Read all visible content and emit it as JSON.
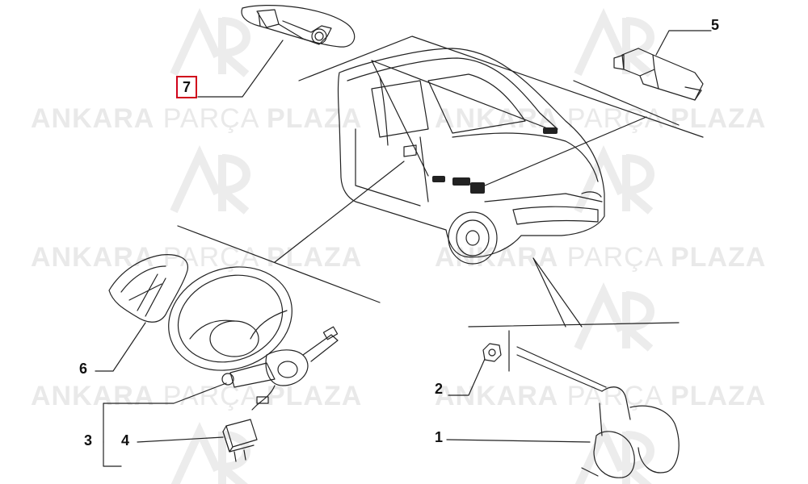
{
  "watermark": {
    "word1": "ANKARA",
    "word2": "PARÇA",
    "word3": "PLAZA"
  },
  "callouts": [
    {
      "id": "1",
      "label": "1"
    },
    {
      "id": "2",
      "label": "2"
    },
    {
      "id": "3",
      "label": "3"
    },
    {
      "id": "4",
      "label": "4"
    },
    {
      "id": "5",
      "label": "5"
    },
    {
      "id": "6",
      "label": "6"
    },
    {
      "id": "7",
      "label": "7",
      "selected": true
    }
  ],
  "colors": {
    "line": "#222222",
    "selected": "#d0021b",
    "watermark": "#e9e9e9",
    "callout_text": "#111111"
  }
}
